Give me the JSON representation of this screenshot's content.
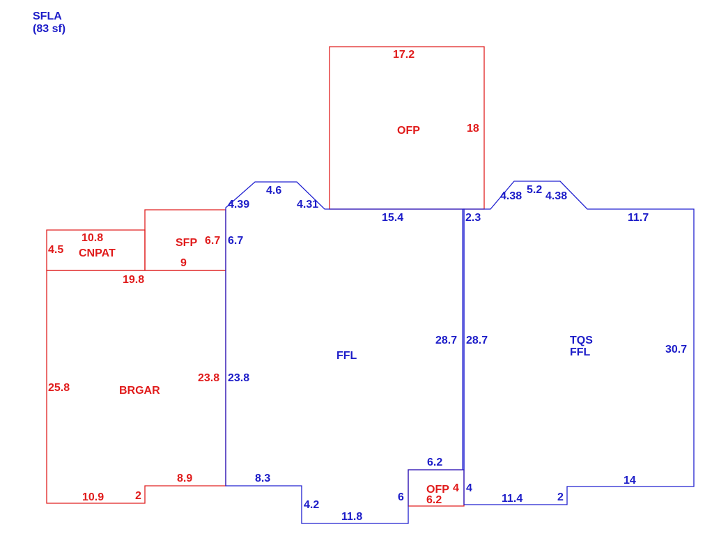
{
  "header": {
    "title": "SFLA",
    "area": "(83 sf)"
  },
  "colors": {
    "living": "#1c1cc8",
    "other": "#e01b1b"
  },
  "areas": {
    "ofp_top": "OFP",
    "sfp": "SFP",
    "cnpat": "CNPAT",
    "brgar": "BRGAR",
    "ffl_main": "FFL",
    "tqs": "TQS",
    "ffl_right": "FFL",
    "ofp_small": "OFP"
  },
  "dims": {
    "ofp_top": "17.2",
    "ofp_right": "18",
    "a_top": "4.6",
    "a_left_slope": "4.39",
    "a_right_slope": "4.31",
    "a_top_mid": "15.4",
    "a_gap": "2.3",
    "b_slope_left": "4.38",
    "b_top": "5.2",
    "b_slope_right": "4.38",
    "b_top_right": "11.7",
    "cnpat_top": "10.8",
    "cnpat_left": "4.5",
    "sfp_right": "6.7",
    "a_left_upper": "6.7",
    "sfp_bottom": "9",
    "gar_top": "19.8",
    "a_mid_right": "28.7",
    "b_mid_left": "28.7",
    "b_right": "30.7",
    "gar_left": "25.8",
    "gar_right": "23.8",
    "a_left_lower": "23.8",
    "ofp_small_top": "6.2",
    "gar_bottom_right": "8.9",
    "a_bottom_left": "8.3",
    "b_bottom_right": "14",
    "ofp_small_right": "4",
    "b_jog_left": "4",
    "a_notch_right": "6",
    "ofp_small_bottom": "6.2",
    "gar_bottom_left": "10.9",
    "gar_jog": "2",
    "b_bottom_left": "11.4",
    "b_jog_right": "2",
    "a_notch_left": "4.2",
    "a_bottom": "11.8"
  }
}
